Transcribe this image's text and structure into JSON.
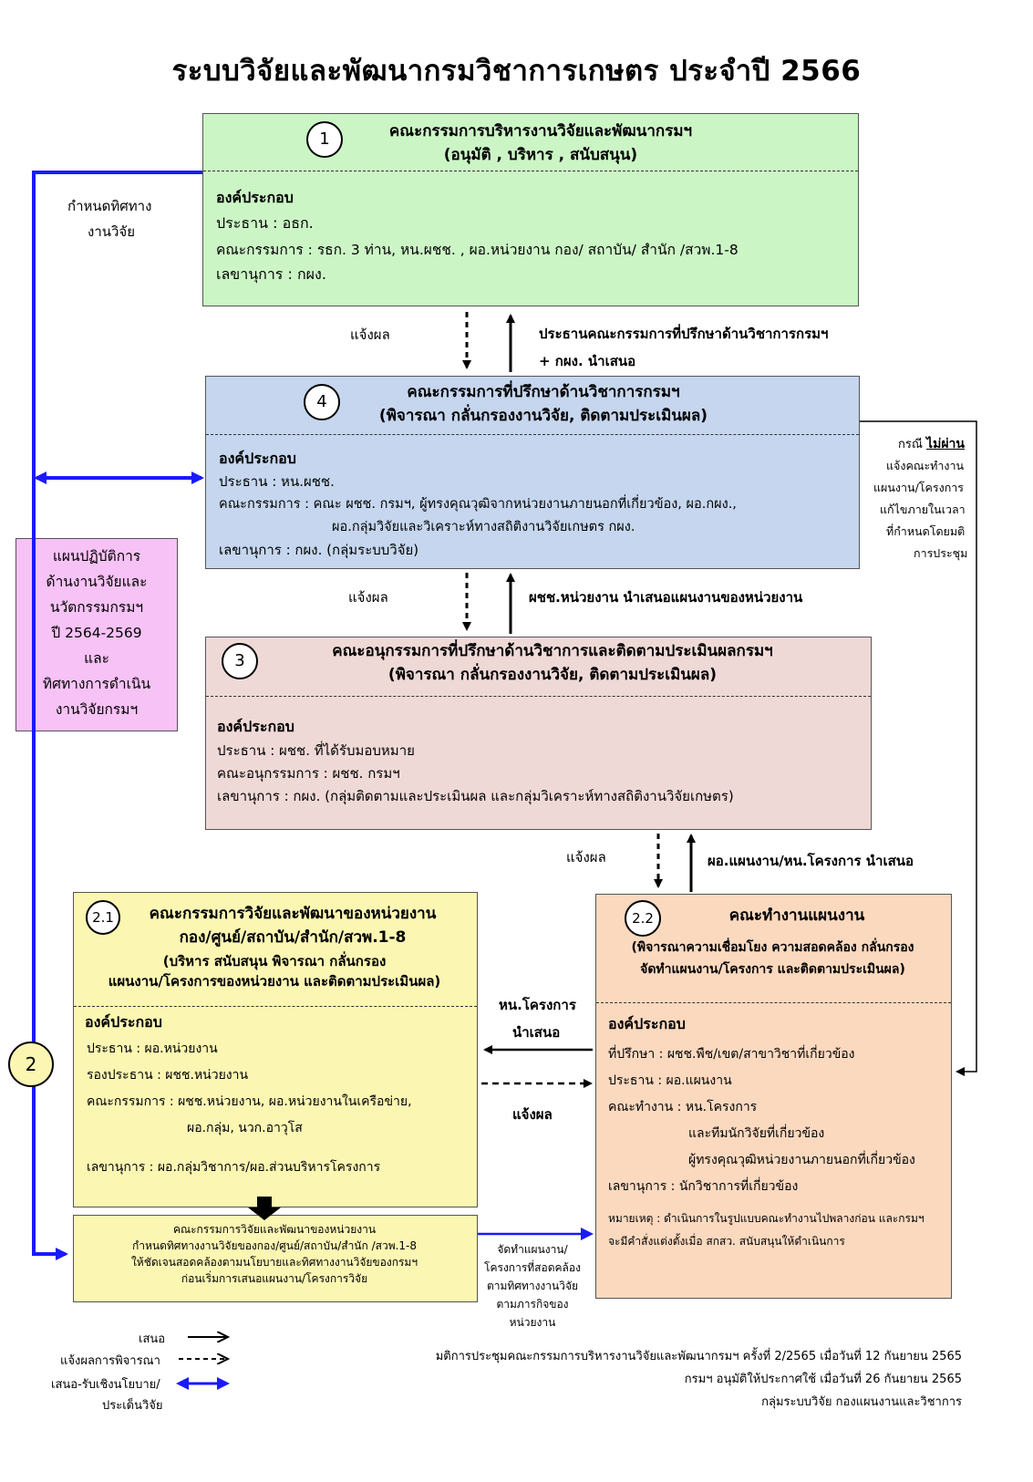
{
  "title": "ระบบวิจัยและพัฒนากรมวิชาการเกษตร ประจำปี 2566",
  "box1": {
    "num": "1",
    "heading1": "คณะกรรมการบริหารงานวิจัยและพัฒนากรมฯ",
    "heading2": "(อนุมัติ , บริหาร , สนับสนุน)",
    "comp": "องค์ประกอบ",
    "line1": "ประธาน :  อธก.",
    "line2": "คณะกรรมการ :  รธก. 3 ท่าน, หน.ผชช. , ผอ.หน่วยงาน กอง/ สถาบัน/ สำนัก /สวพ.1-8",
    "line3": "เลขานุการ :  กผง."
  },
  "box4": {
    "num": "4",
    "heading1": "คณะกรรมการที่ปรึกษาด้านวิชาการกรมฯ",
    "heading2": "(พิจารณา กลั่นกรองงานวิจัย, ติดตามประเมินผล)",
    "comp": "องค์ประกอบ",
    "line1": "ประธาน :    หน.ผชช.",
    "line2": "คณะกรรมการ :  คณะ ผชช. กรมฯ, ผู้ทรงคุณวุฒิจากหน่วยงานภายนอกที่เกี่ยวข้อง,  ผอ.กผง.,",
    "line3": "ผอ.กลุ่มวิจัยและวิเคราะห์ทางสถิติงานวิจัยเกษตร กผง.",
    "line4": "เลขานุการ : กผง. (กลุ่มระบบวิจัย)"
  },
  "box3": {
    "num": "3",
    "heading1": "คณะอนุกรรมการที่ปรึกษาด้านวิชาการและติดตามประเมินผลกรมฯ",
    "heading2": "(พิจารณา กลั่นกรองงานวิจัย, ติดตามประเมินผล)",
    "comp": "องค์ประกอบ",
    "line1": "ประธาน : ผชช. ที่ได้รับมอบหมาย",
    "line2": "คณะอนุกรรมการ : ผชช. กรมฯ",
    "line3": "เลขานุการ : กผง. (กลุ่มติดตามและประเมินผล และกลุ่มวิเคราะห์ทางสถิติงานวิจัยเกษตร)"
  },
  "box21": {
    "num": "2.1",
    "heading1": "คณะกรรมการวิจัยและพัฒนาของหน่วยงาน",
    "heading2": "กอง/ศูนย์/สถาบัน/สำนัก/สวพ.1-8",
    "heading3": "(บริหาร สนับสนุน พิจารณา กลั่นกรอง",
    "heading4": "แผนงาน/โครงการของหน่วยงาน และติดตามประเมินผล)",
    "comp": "องค์ประกอบ",
    "line1": "ประธาน : ผอ.หน่วยงาน",
    "line2": "รองประธาน : ผชช.หน่วยงาน",
    "line3": "คณะกรรมการ :  ผชช.หน่วยงาน, ผอ.หน่วยงานในเครือข่าย,",
    "line4": "ผอ.กลุ่ม, นวก.อาวุโส",
    "line5": "เลขานุการ :  ผอ.กลุ่มวิชาการ/ผอ.ส่วนบริหารโครงการ"
  },
  "box22": {
    "num": "2.2",
    "heading1": "คณะทำงานแผนงาน",
    "heading2": "(พิจารณาความเชื่อมโยง ความสอดคล้อง กลั่นกรอง",
    "heading3": "จัดทำแผนงาน/โครงการ และติดตามประเมินผล)",
    "comp": "องค์ประกอบ",
    "line1": "ที่ปรึกษา : ผชช.พืช/เขต/สาขาวิชาที่เกี่ยวข้อง",
    "line2": "ประธาน : ผอ.แผนงาน",
    "line3": "คณะทำงาน : หน.โครงการ",
    "line4": "และทีมนักวิจัยที่เกี่ยวข้อง",
    "line5": "ผู้ทรงคุณวุฒิหน่วยงานภายนอกที่เกี่ยวข้อง",
    "line6": "เลขานุการ : นักวิชาการที่เกี่ยวข้อง",
    "note1": "หมายเหตุ : ดำเนินการในรูปแบบคณะทำงานไปพลางก่อน และกรมฯ",
    "note2": "จะมีคำสั่งแต่งตั้งเมื่อ สกสว. สนับสนุนให้ดำเนินการ"
  },
  "box_bottom": {
    "line1": "คณะกรรมการวิจัยและพัฒนาของหน่วยงาน",
    "line2": "กำหนดทิศทางงานวิจัยของกอง/ศูนย์/สถาบัน/สำนัก /สวพ.1-8",
    "line3": "ให้ชัดเจนสอดคล้องตามนโยบายและทิศทางงานวิจัยของกรมฯ",
    "line4": "ก่อนเริ่มการเสนอแผนงาน/โครงการวิจัย"
  },
  "pink_box": {
    "line1": "แผนปฏิบัติการ",
    "line2": "ด้านงานวิจัยและ",
    "line3": "นวัตกรรมกรมฯ",
    "line4": "ปี 2564-2569",
    "line5": "และ",
    "line6": "ทิศทางการดำเนิน",
    "line7": "งานวิจัยกรมฯ"
  },
  "circle2": "2",
  "labels": {
    "direction1": "กำหนดทิศทาง",
    "direction2": "งานวิจัย",
    "notify_a": "แจ้งผล",
    "propose_a1": "ประธานคณะกรรมการที่ปรึกษาด้านวิชาการกรมฯ",
    "propose_a2": "+ กผง. นำเสนอ",
    "notify_b": "แจ้งผล",
    "propose_b": "ผชช.หน่วยงาน นำเสนอแผนงานของหน่วยงาน",
    "notify_c": "แจ้งผล",
    "propose_c": "ผอ.แผนงาน/หน.โครงการ นำเสนอ",
    "propose_d1": "หน.โครงการ",
    "propose_d2": "นำเสนอ",
    "notify_d": "แจ้งผล",
    "fail_case_prefix": "กรณี ",
    "fail_case_word": "ไม่ผ่าน",
    "fail1": "แจ้งคณะทำงาน",
    "fail2": "แผนงาน/โครงการ",
    "fail3": "แก้ไขภายในเวลา",
    "fail4": "ที่กำหนดโดยมติ",
    "fail5": "การประชุม",
    "plan1": "จัดทำแผนงาน/",
    "plan2": "โครงการที่สอดคล้อง",
    "plan3": "ตามทิศทางงานวิจัย",
    "plan4": "ตามภารกิจของ",
    "plan5": "หน่วยงาน"
  },
  "legend": {
    "propose": "เสนอ",
    "notify": "แจ้งผลการพิจารณา",
    "policy1": "เสนอ-รับเชิงนโยบาย/",
    "policy2": "ประเด็นวิจัย"
  },
  "footer": {
    "line1": "มติการประชุมคณะกรรมการบริหารงานวิจัยและพัฒนากรมฯ ครั้งที่ 2/2565 เมื่อวันที่ 12 กันยายน 2565",
    "line2": "กรมฯ อนุมัติให้ประกาศใช้ เมื่อวันที่ 26 กันยายน 2565",
    "line3": "กลุ่มระบบวิจัย กองแผนงานและวิชาการ"
  },
  "colors": {
    "box1": "#ccf5c6",
    "box4": "#c5d6ee",
    "box3": "#efd9d7",
    "box21": "#fbf6b2",
    "box22": "#fbd9bf",
    "pink": "#f7c2f5",
    "blue_line": "#1a1aff"
  }
}
